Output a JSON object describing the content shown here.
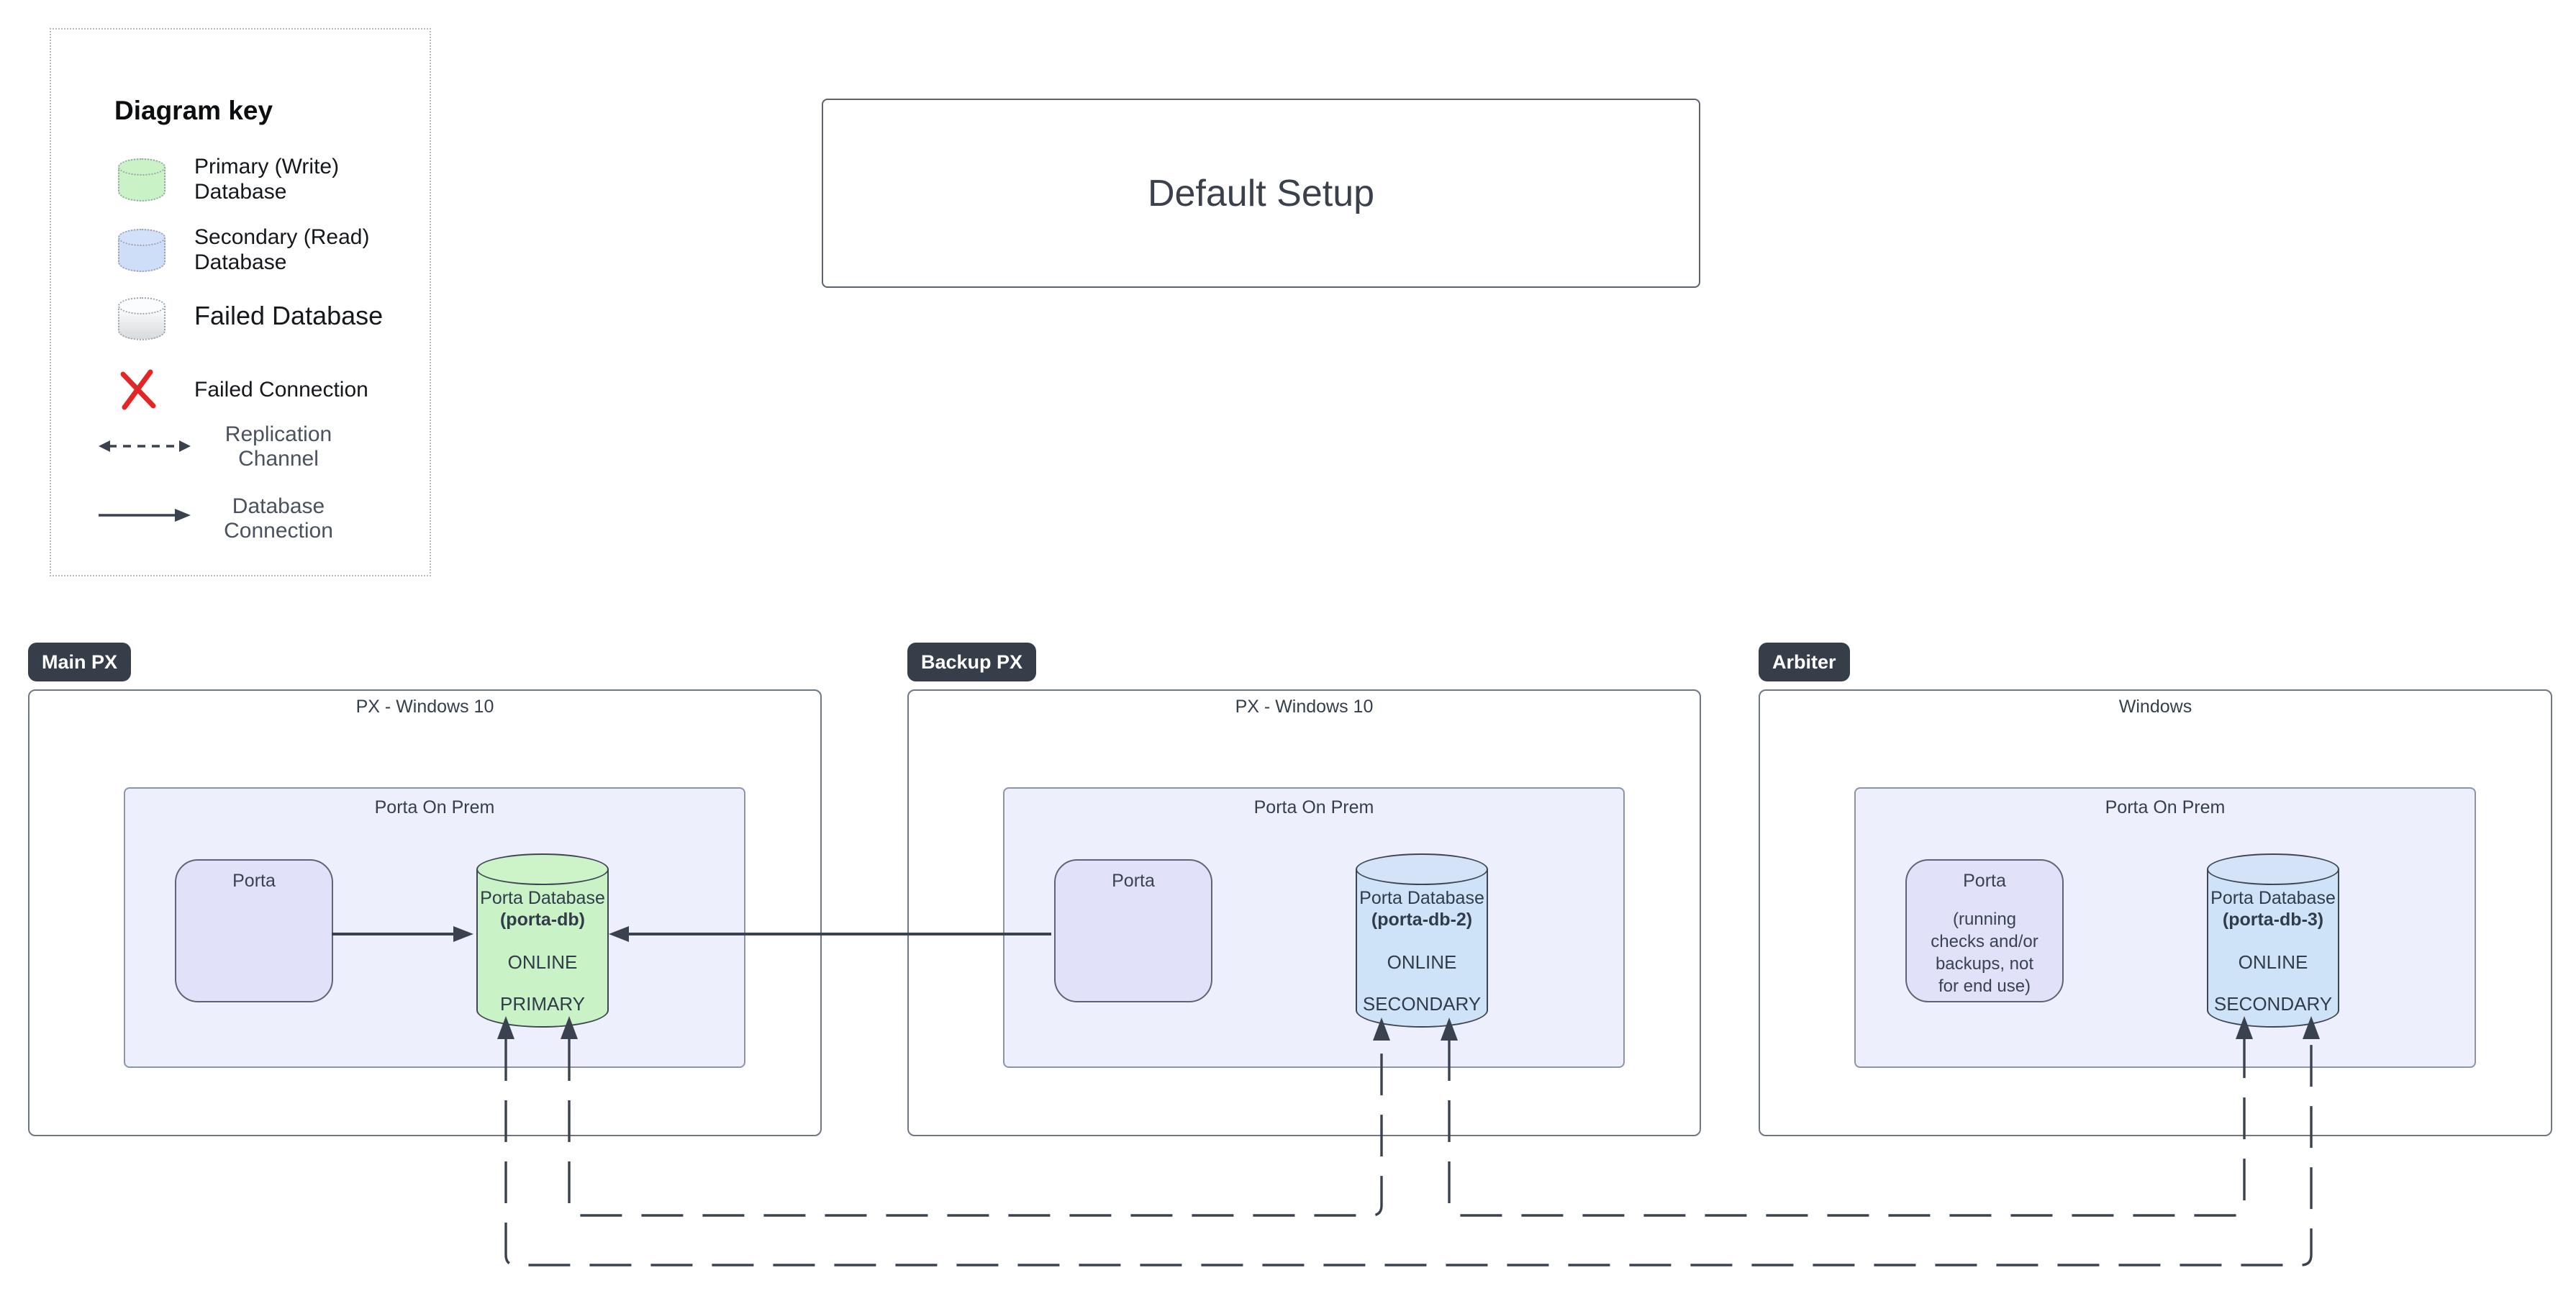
{
  "key": {
    "title": "Diagram key",
    "items": [
      {
        "icon": "primary-database-cylinder",
        "label": "Primary (Write)\nDatabase"
      },
      {
        "icon": "secondary-database-cylinder",
        "label": "Secondary (Read)\nDatabase"
      },
      {
        "icon": "failed-database-cylinder",
        "label": "Failed Database"
      },
      {
        "icon": "failed-connection-x",
        "label": "Failed Connection"
      },
      {
        "icon": "replication-channel-arrow",
        "label": "Replication\nChannel"
      },
      {
        "icon": "database-connection-arrow",
        "label": "Database\nConnection"
      }
    ]
  },
  "title_box": {
    "label": "Default Setup"
  },
  "sections": [
    {
      "badge": "Main PX",
      "os_label": "PX - Windows 10",
      "platform_label": "Porta On Prem",
      "app": {
        "label": "Porta",
        "note": ""
      },
      "db": {
        "name": "Porta Database",
        "id": "(porta-db)",
        "status": "ONLINE",
        "role": "PRIMARY",
        "kind": "primary"
      }
    },
    {
      "badge": "Backup PX",
      "os_label": "PX - Windows 10",
      "platform_label": "Porta On Prem",
      "app": {
        "label": "Porta",
        "note": ""
      },
      "db": {
        "name": "Porta Database",
        "id": "(porta-db-2)",
        "status": "ONLINE",
        "role": "SECONDARY",
        "kind": "secondary"
      }
    },
    {
      "badge": "Arbiter",
      "os_label": "Windows",
      "platform_label": "Porta On Prem",
      "app": {
        "label": "Porta",
        "note": "(running\nchecks and/or\nbackups, not\nfor end use)"
      },
      "db": {
        "name": "Porta Database",
        "id": "(porta-db-3)",
        "status": "ONLINE",
        "role": "SECONDARY",
        "kind": "secondary"
      }
    }
  ],
  "connections": {
    "database_connections": [
      "Main Porta → porta-db",
      "Backup Porta → porta-db"
    ],
    "replication_channels": [
      "porta-db ↔ porta-db-2",
      "porta-db-2 ↔ porta-db-3",
      "porta-db ↔ porta-db-3"
    ]
  },
  "colors": {
    "primary_db_fill": "#c9f2c6",
    "secondary_db_fill": "#cfe3f8",
    "failed_db_fill_top": "#ffffff",
    "failed_db_fill_bottom": "#d7dade",
    "failed_connection": "#e42525",
    "badge_bg": "#353e49",
    "line": "#3a4250",
    "container_fill": "#edeffc",
    "app_fill": "#e1e2f9"
  }
}
